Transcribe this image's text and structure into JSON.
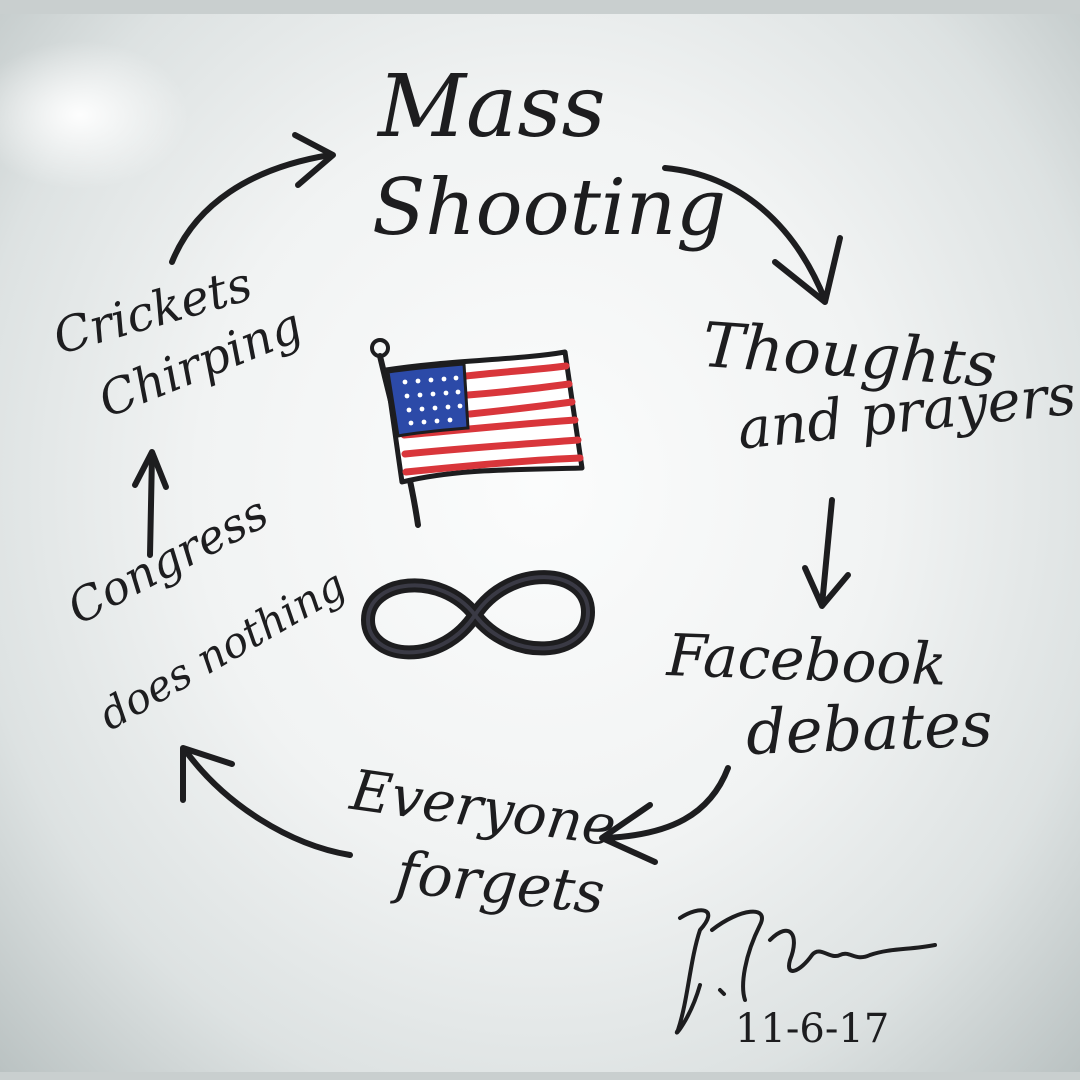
{
  "cycle": {
    "mass": "Mass",
    "shooting": "Shooting",
    "thoughts": "Thoughts",
    "and_prayers": "and prayers",
    "facebook": "Facebook",
    "debates": "debates",
    "everyone": "Everyone",
    "forgets": "forgets",
    "congress": "Congress",
    "does_nothing": "does nothing",
    "crickets": "Crickets",
    "chirping": "Chirping"
  },
  "center": {
    "flag_icon": "american-flag-icon",
    "infinity_icon": "infinity-icon"
  },
  "signature": {
    "date": "11-6-17"
  },
  "colors": {
    "ink": "#1d1d1f",
    "flag_red": "#d9363b",
    "flag_blue": "#2c4aa8",
    "board": "#f1f3f3"
  }
}
